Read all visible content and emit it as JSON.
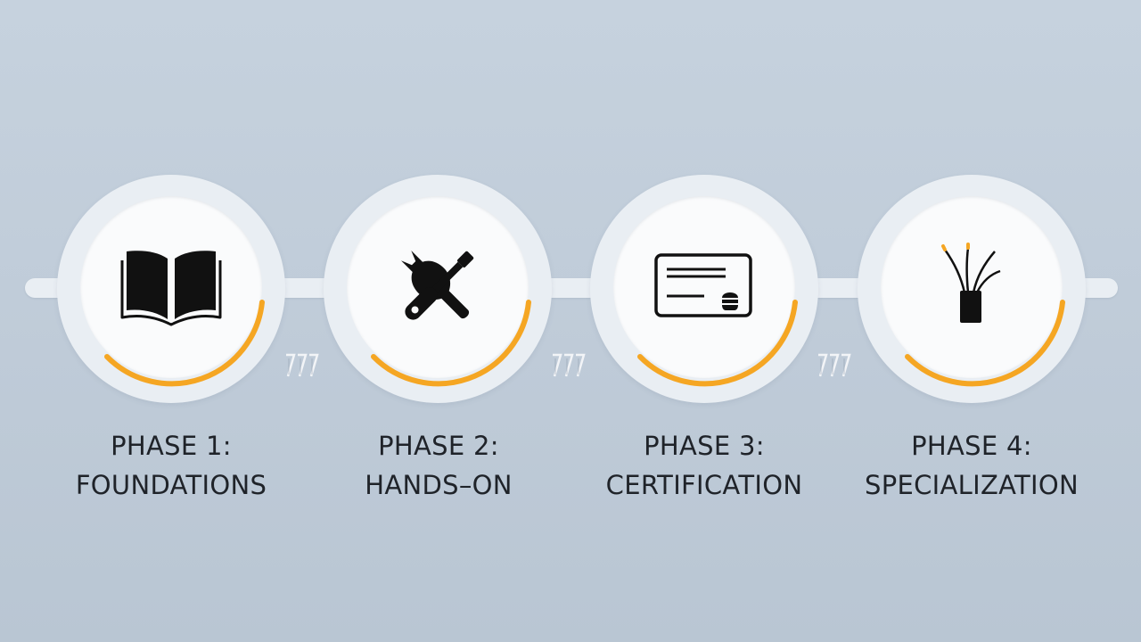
{
  "colors": {
    "background": "#c2ceda",
    "ring": "#e9eef3",
    "disc": "#fafbfc",
    "progress_arc": "#f5a623",
    "icon": "#111111",
    "text": "#1f2329"
  },
  "phases": [
    {
      "title": "PHASE 1:",
      "name": "FOUNDATIONS",
      "icon": "open-book-icon"
    },
    {
      "title": "PHASE 2:",
      "name": "HANDS–ON",
      "icon": "wrench-screwdriver-icon"
    },
    {
      "title": "PHASE 3:",
      "name": "CERTIFICATION",
      "icon": "certificate-card-icon"
    },
    {
      "title": "PHASE 4:",
      "name": "SPECIALIZATION",
      "icon": "wire-bundle-icon"
    }
  ]
}
